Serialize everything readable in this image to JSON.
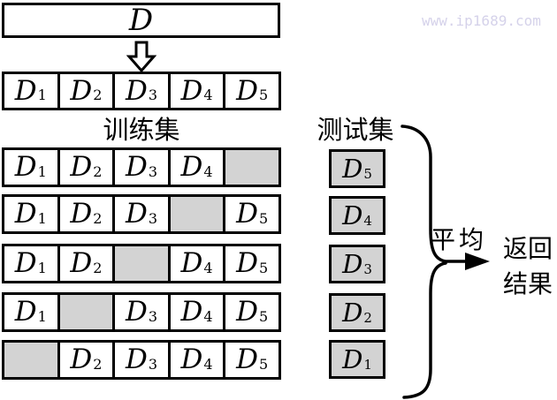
{
  "watermark": {
    "text": "www.ip1689.com"
  },
  "dataset_box": {
    "label": "D"
  },
  "partition_row": {
    "cells": [
      {
        "base": "D",
        "sub": "1"
      },
      {
        "base": "D",
        "sub": "2"
      },
      {
        "base": "D",
        "sub": "3"
      },
      {
        "base": "D",
        "sub": "4"
      },
      {
        "base": "D",
        "sub": "5"
      }
    ]
  },
  "section_labels": {
    "train": "训练集",
    "test": "测试集"
  },
  "folds": [
    {
      "train": [
        {
          "base": "D",
          "sub": "1"
        },
        {
          "base": "D",
          "sub": "2"
        },
        {
          "base": "D",
          "sub": "3"
        },
        {
          "base": "D",
          "sub": "4"
        },
        null
      ],
      "test": {
        "base": "D",
        "sub": "5"
      }
    },
    {
      "train": [
        {
          "base": "D",
          "sub": "1"
        },
        {
          "base": "D",
          "sub": "2"
        },
        {
          "base": "D",
          "sub": "3"
        },
        null,
        {
          "base": "D",
          "sub": "5"
        }
      ],
      "test": {
        "base": "D",
        "sub": "4"
      }
    },
    {
      "train": [
        {
          "base": "D",
          "sub": "1"
        },
        {
          "base": "D",
          "sub": "2"
        },
        null,
        {
          "base": "D",
          "sub": "4"
        },
        {
          "base": "D",
          "sub": "5"
        }
      ],
      "test": {
        "base": "D",
        "sub": "3"
      }
    },
    {
      "train": [
        {
          "base": "D",
          "sub": "1"
        },
        null,
        {
          "base": "D",
          "sub": "3"
        },
        {
          "base": "D",
          "sub": "4"
        },
        {
          "base": "D",
          "sub": "5"
        }
      ],
      "test": {
        "base": "D",
        "sub": "2"
      }
    },
    {
      "train": [
        null,
        {
          "base": "D",
          "sub": "2"
        },
        {
          "base": "D",
          "sub": "3"
        },
        {
          "base": "D",
          "sub": "4"
        },
        {
          "base": "D",
          "sub": "5"
        }
      ],
      "test": {
        "base": "D",
        "sub": "1"
      }
    }
  ],
  "aggregate": {
    "average_label": "平均",
    "result_line1": "返回",
    "result_line2": "结果"
  },
  "colors": {
    "fold_fill_gray": "#d3d3d3",
    "stroke": "#000000",
    "watermark": "#d5d2ea",
    "background": "#ffffff"
  }
}
